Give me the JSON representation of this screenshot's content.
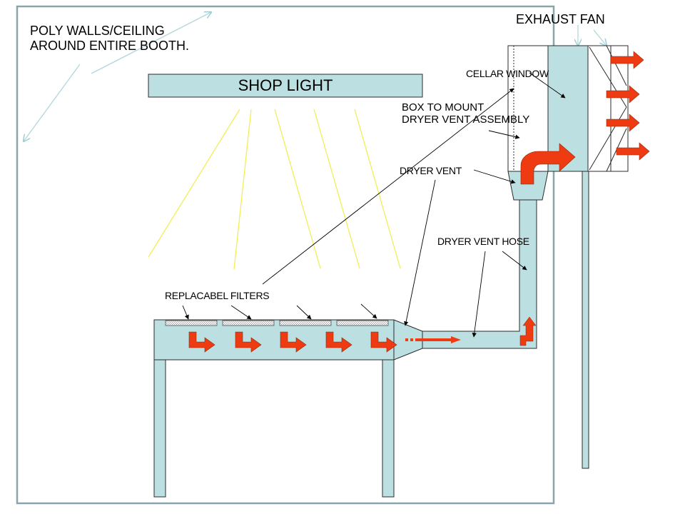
{
  "labels": {
    "poly_walls": "POLY WALLS/CEILING\nAROUND ENTIRE BOOTH.",
    "exhaust_fan": "EXHAUST FAN",
    "shop_light": "SHOP LIGHT",
    "cellar_window": "CELLAR WINDOW",
    "box_to_mount": "BOX TO MOUNT\nDRYER VENT ASSEMBLY",
    "dryer_vent": "DRYER VENT",
    "dryer_vent_hose": "DRYER VENT HOSE",
    "replaceable_filters": "REPLACABEL FILTERS"
  },
  "colors": {
    "duct_fill": "#bcdfe2",
    "outline": "#2b2b2b",
    "booth_border": "#8aa6aa",
    "airflow_arrow": "#ee3b12",
    "light_ray": "#f2ee55",
    "wall_pointer": "#b2d6dc"
  },
  "icons": {
    "airflow": "bent-arrow-icon",
    "exhaust": "right-arrow-icon",
    "filter": "mesh-filter-icon"
  }
}
